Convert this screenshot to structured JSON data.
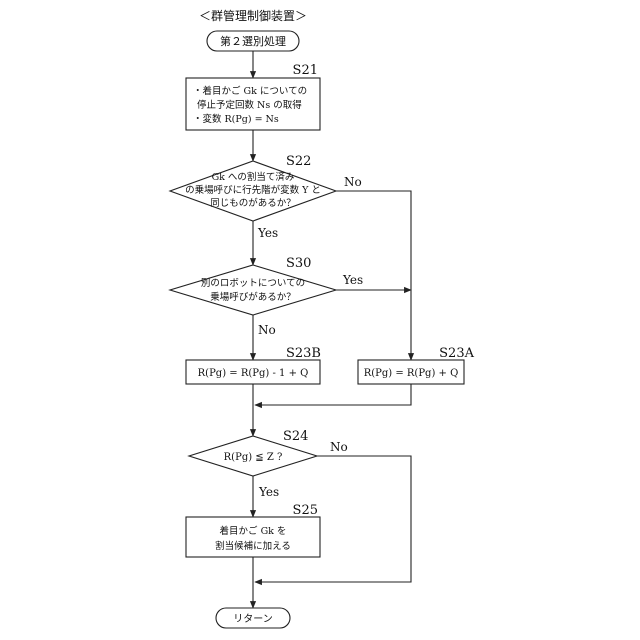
{
  "title": "＜群管理制御装置＞",
  "start_label": "第２選別処理",
  "end_label": "リターン",
  "s21": {
    "step": "S21",
    "lines": [
      "・着目かご Gk についての",
      "停止予定回数 Ns の取得",
      "・変数 R(Pg) = Ns"
    ]
  },
  "s22": {
    "step": "S22",
    "lines": [
      "Gk への割当て済み",
      "の乗場呼びに行先階が変数 Y と",
      "同じものがあるか？"
    ],
    "yes": "Yes",
    "no": "No"
  },
  "s30": {
    "step": "S30",
    "lines": [
      "別のロボットについての",
      "乗場呼びがあるか？"
    ],
    "yes": "Yes",
    "no": "No"
  },
  "s23b": {
    "step": "S23B",
    "text": "R(Pg) = R(Pg) - 1 + Q"
  },
  "s23a": {
    "step": "S23A",
    "text": "R(Pg) = R(Pg) + Q"
  },
  "s24": {
    "step": "S24",
    "text": "R(Pg) ≦ Z ?",
    "yes": "Yes",
    "no": "No"
  },
  "s25": {
    "step": "S25",
    "lines": [
      "着目かご Gk を",
      "割当候補に加える"
    ]
  }
}
